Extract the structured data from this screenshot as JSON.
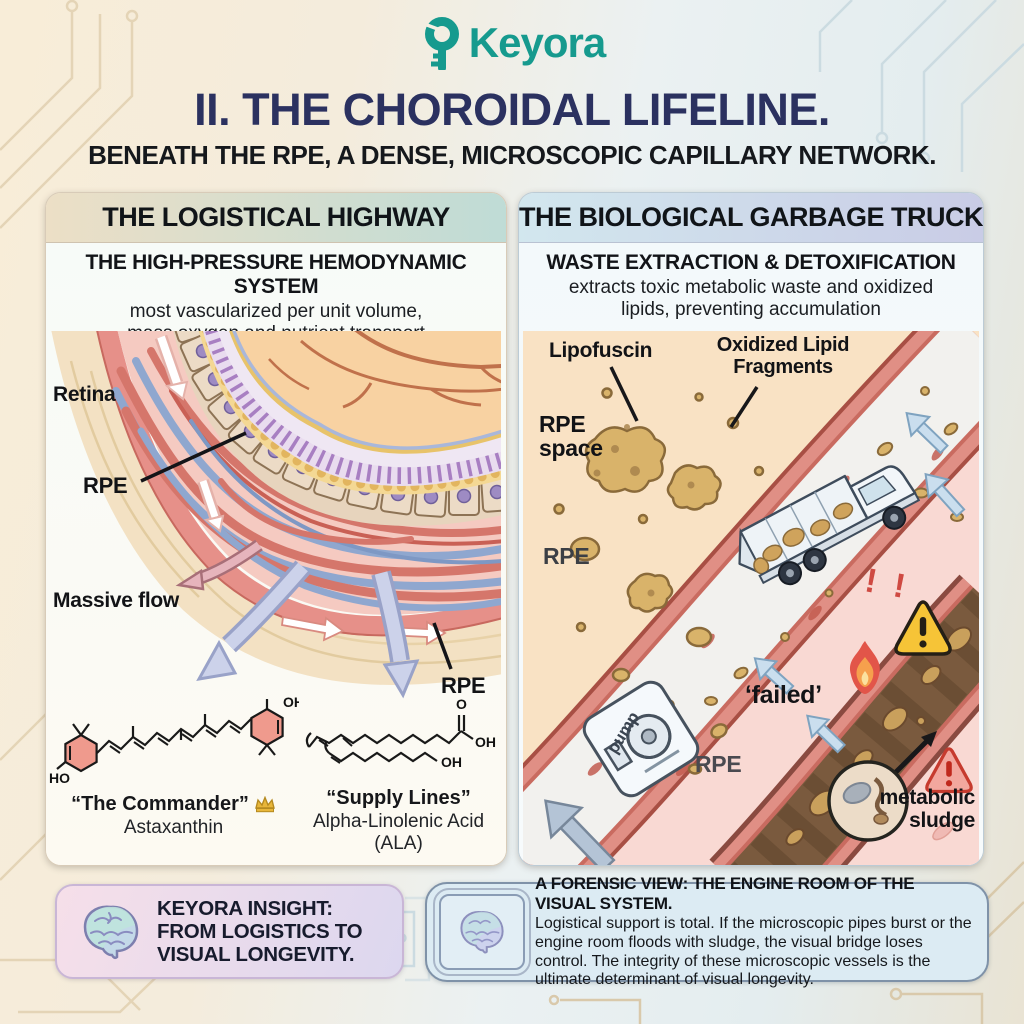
{
  "brand": {
    "logo_text": "Keyora"
  },
  "header": {
    "title": "II. THE CHOROIDAL LIFELINE.",
    "subtitle": "BENEATH THE RPE, A DENSE, MICROSCOPIC CAPILLARY NETWORK."
  },
  "left_panel": {
    "header": "THE LOGISTICAL HIGHWAY",
    "subheader": "THE HIGH-PRESSURE HEMODYNAMIC SYSTEM",
    "description_line1": "most vascularized per unit volume,",
    "description_line2": "mass oxygen and nutrient transport",
    "labels": {
      "retina": "Retina",
      "rpe_upper": "RPE",
      "massive_flow": "Massive flow",
      "rpe_lower": "RPE"
    },
    "molecules": {
      "astaxanthin": {
        "nickname": "“The Commander”",
        "name": "Astaxanthin",
        "atom_left": "HO",
        "atom_right": "OH"
      },
      "ala": {
        "nickname": "“Supply Lines”",
        "name": "Alpha-Linolenic Acid (ALA)",
        "atom_o": "O",
        "atom_oh_top": "OH",
        "atom_oh_bottom": "OH"
      }
    }
  },
  "right_panel": {
    "header": "THE BIOLOGICAL GARBAGE TRUCK",
    "subheader": "WASTE EXTRACTION & DETOXIFICATION",
    "description_line1": "extracts toxic metabolic waste and oxidized",
    "description_line2": "lipids, preventing accumulation",
    "labels": {
      "lipofuscin": "Lipofuscin",
      "oxidized_line1": "Oxidized Lipid",
      "oxidized_line2": "Fragments",
      "rpe_space_line1": "RPE",
      "rpe_space_line2": "space",
      "rpe_mid": "RPE",
      "pump": "pump",
      "alerts": "! !",
      "failed": "‘failed’",
      "rpe_lower": "RPE",
      "sludge_line1": "metabolic",
      "sludge_line2": "sludge"
    }
  },
  "footer": {
    "insight": {
      "line1": "KEYORA INSIGHT:",
      "line2": "FROM LOGISTICS TO",
      "line3": "VISUAL LONGEVITY."
    },
    "forensic": {
      "title": "A FORENSIC VIEW: THE ENGINE ROOM OF THE VISUAL SYSTEM.",
      "body": "Logistical support is total. If the microscopic pipes burst or the engine room floods with sludge, the visual bridge loses control. The integrity of these microscopic vessels is the ultimate determinant of visual longevity."
    }
  },
  "colors": {
    "accent_teal": "#169a8e",
    "title_navy": "#2b3160",
    "alert_red": "#cf4a42",
    "warning_yellow": "#f6c437",
    "vessel_red": "#d5766b",
    "vessel_blue": "#8fa7cf",
    "waste_tan": "#d9b36a"
  }
}
